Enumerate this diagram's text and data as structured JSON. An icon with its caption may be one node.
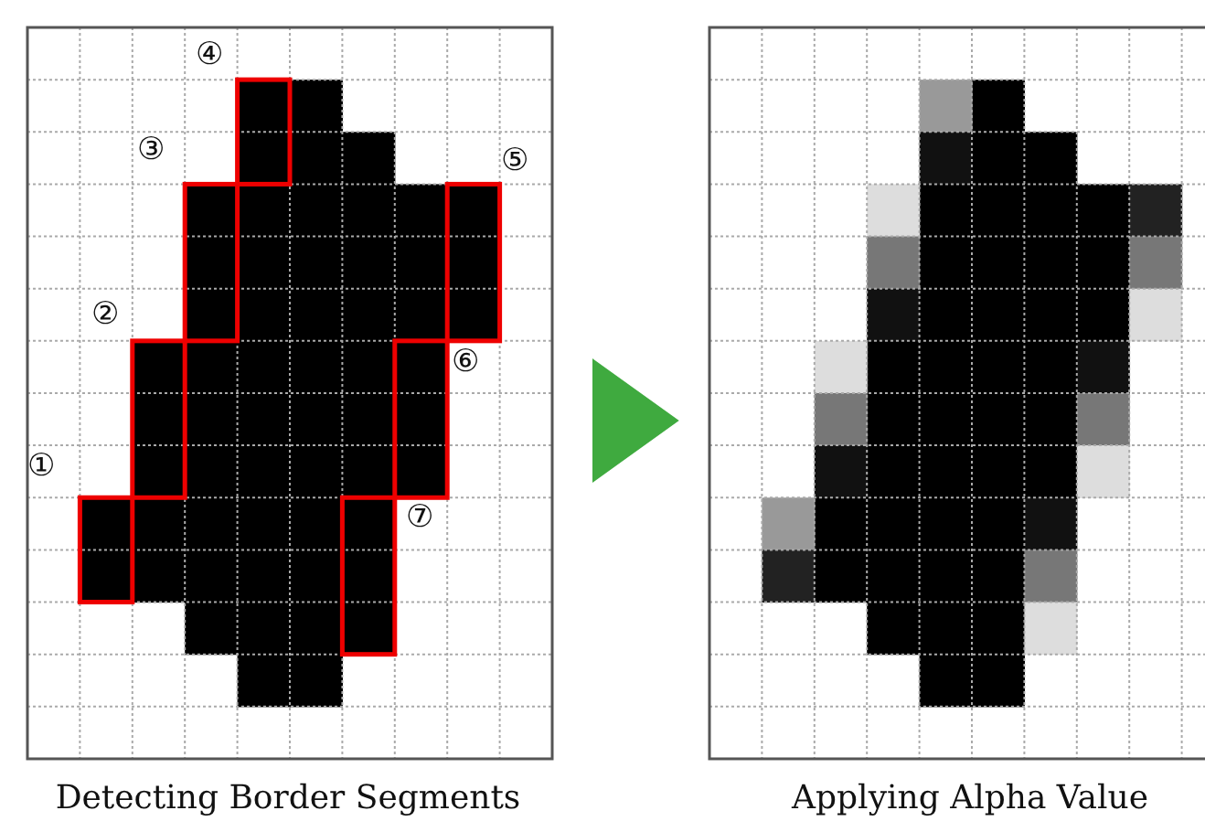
{
  "diagram": {
    "nodes": [
      {
        "text": [
          "Detecting Border Segments"
        ]
      },
      {
        "text": [
          "Applying Alpha Value"
        ]
      }
    ],
    "edges": [
      {
        "from": 0,
        "to": 1,
        "arrow": "to",
        "color": "#3faa3f"
      }
    ],
    "labels": [
      "④",
      "③",
      "⑤",
      "②",
      "⑥",
      "①",
      "⑦"
    ]
  }
}
